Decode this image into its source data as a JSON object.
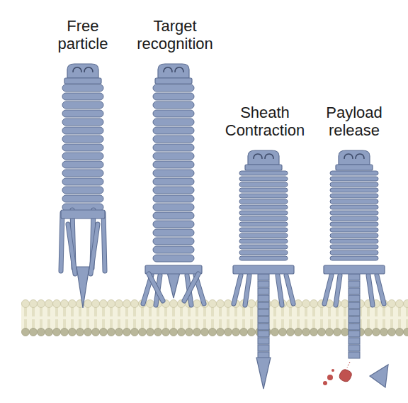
{
  "diagram": {
    "labels": [
      "Free particle",
      "Target recognition",
      "Sheath Contraction",
      "Payload release"
    ]
  }
}
